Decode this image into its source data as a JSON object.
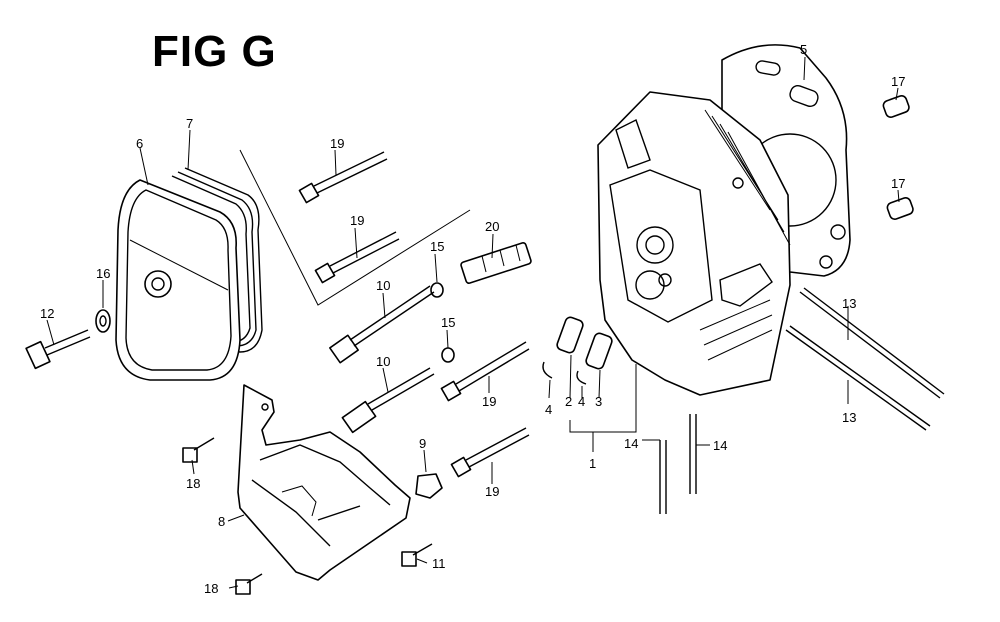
{
  "figure": {
    "title": "FIG G"
  },
  "callouts": {
    "c1": "1",
    "c2": "2",
    "c3": "3",
    "c4a": "4",
    "c4b": "4",
    "c5": "5",
    "c6": "6",
    "c7": "7",
    "c8": "8",
    "c9": "9",
    "c10a": "10",
    "c10b": "10",
    "c11": "11",
    "c12": "12",
    "c13a": "13",
    "c13b": "13",
    "c14a": "14",
    "c14b": "14",
    "c15a": "15",
    "c15b": "15",
    "c16": "16",
    "c17a": "17",
    "c17b": "17",
    "c18a": "18",
    "c18b": "18",
    "c19a": "19",
    "c19b": "19",
    "c19c": "19",
    "c19d": "19",
    "c20": "20"
  }
}
